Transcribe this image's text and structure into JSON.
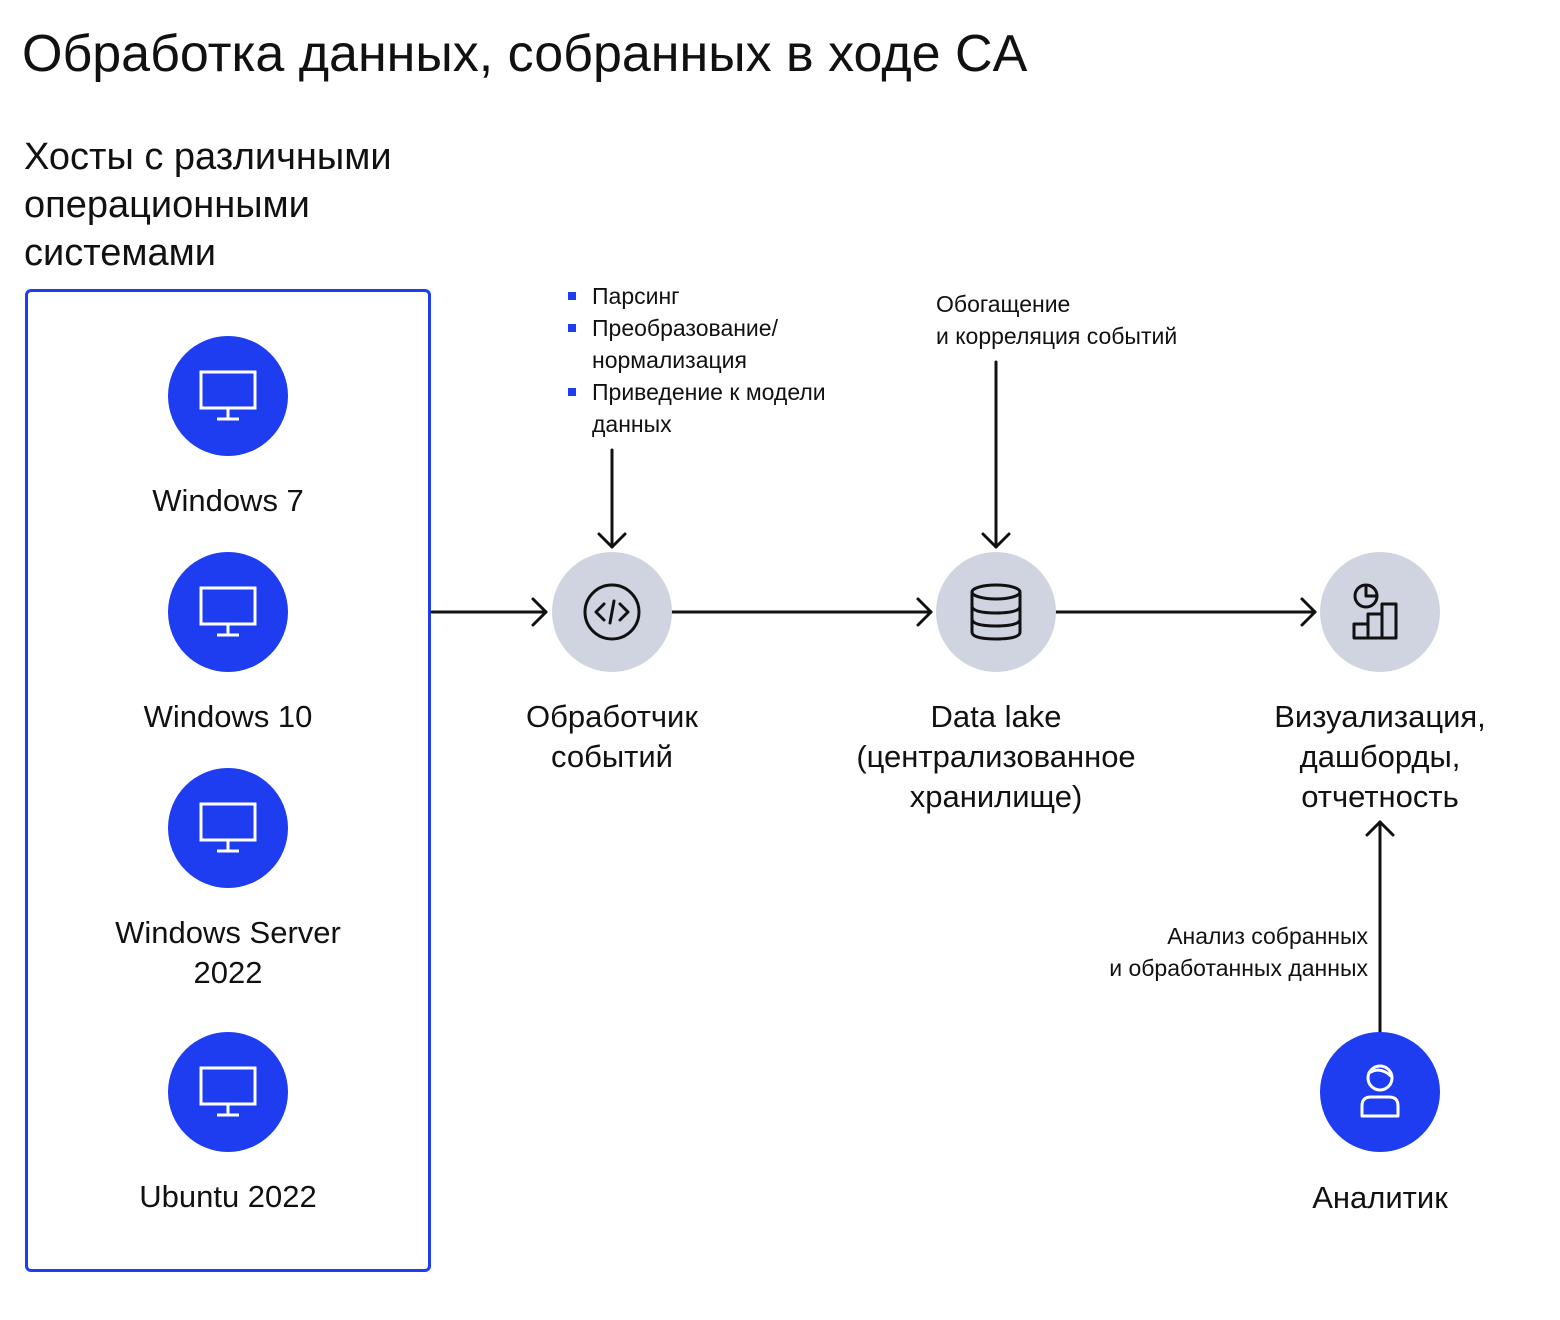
{
  "title": "Обработка данных, собранных в ходе CA",
  "hosts": {
    "heading": [
      "Хосты с различными",
      "операционными",
      "системами"
    ],
    "items": [
      {
        "label": "Windows 7"
      },
      {
        "label": "Windows 10"
      },
      {
        "label": "Windows Server 2022"
      },
      {
        "label": "Ubuntu 2022"
      }
    ]
  },
  "processor": {
    "label": "Обработчик событий",
    "steps": [
      "Парсинг",
      "Преобразование/ нормализация",
      "Приведение к модели данных"
    ]
  },
  "data_lake": {
    "label": "Data lake (централизованное хранилище)",
    "note": [
      "Обогащение",
      "и корреляция событий"
    ]
  },
  "visualization": {
    "label": [
      "Визуализация,",
      "дашборды,",
      "отчетность"
    ]
  },
  "analyst": {
    "label": "Аналитик",
    "note": [
      "Анализ собранных",
      "и обработанных данных"
    ]
  },
  "colors": {
    "accent": "#1e3df0",
    "node_gray": "#d0d4e0",
    "line": "#111111"
  },
  "icons": {
    "host": "monitor-icon",
    "processor": "code-icon",
    "data_lake": "database-icon",
    "visualization": "chart-icon",
    "analyst": "user-icon"
  }
}
